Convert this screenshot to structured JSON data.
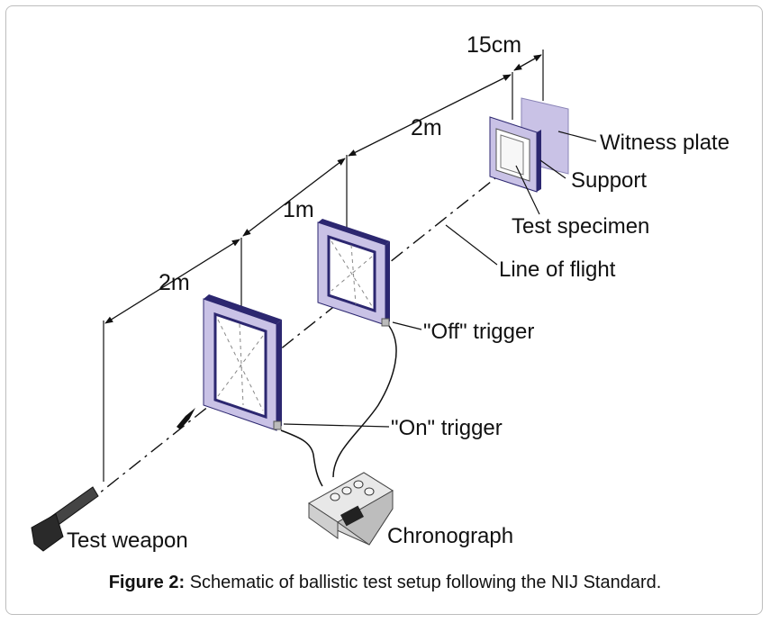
{
  "labels": {
    "witness_plate": "Witness plate",
    "support": "Support",
    "test_specimen": "Test specimen",
    "line_of_flight": "Line of flight",
    "off_trigger": "\"Off\" trigger",
    "on_trigger": "\"On\" trigger",
    "chronograph": "Chronograph",
    "test_weapon": "Test weapon"
  },
  "dimensions": {
    "d1": "2m",
    "d2": "1m",
    "d3": "2m",
    "d4": "15cm"
  },
  "caption": {
    "prefix": "Figure 2:",
    "text": " Schematic of ballistic test setup following the NIJ Standard."
  },
  "colors": {
    "frame_face": "#c9c2e6",
    "frame_side": "#2c2770",
    "witness_plate": "#c9c2e6",
    "ink": "#111111"
  }
}
